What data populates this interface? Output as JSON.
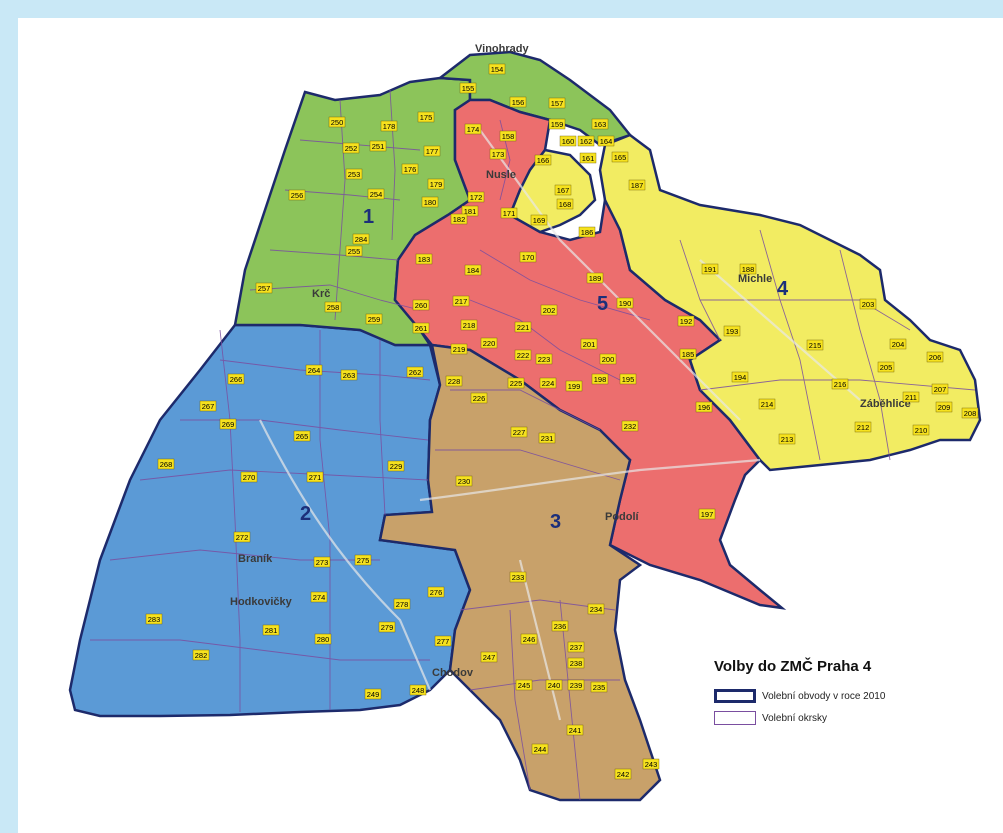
{
  "legend": {
    "title": "Volby do ZMČ Praha 4",
    "items": [
      {
        "label": "Volební obvody v roce 2010",
        "color": "#1d2a6b"
      },
      {
        "label": "Volební okrsky",
        "color": "#7a4ea0"
      }
    ]
  },
  "districts": [
    {
      "number": "1",
      "color": "#8cc45a"
    },
    {
      "number": "2",
      "color": "#5b9ad6"
    },
    {
      "number": "3",
      "color": "#c8a16a"
    },
    {
      "number": "4",
      "color": "#f2ec62"
    },
    {
      "number": "5",
      "color": "#ec6e6e"
    }
  ],
  "place_names": [
    "Vinohrady",
    "Nusle",
    "Michle",
    "Krč",
    "Záběhlice",
    "Braník",
    "Hodkovičky",
    "Podolí",
    "Chodov"
  ],
  "precincts": [
    "154",
    "155",
    "156",
    "157",
    "158",
    "159",
    "160",
    "161",
    "162",
    "163",
    "164",
    "165",
    "166",
    "167",
    "168",
    "169",
    "170",
    "171",
    "172",
    "173",
    "174",
    "175",
    "176",
    "177",
    "178",
    "179",
    "180",
    "181",
    "182",
    "183",
    "184",
    "185",
    "186",
    "187",
    "188",
    "189",
    "190",
    "191",
    "192",
    "193",
    "194",
    "195",
    "196",
    "197",
    "198",
    "199",
    "200",
    "201",
    "202",
    "203",
    "204",
    "205",
    "206",
    "207",
    "208",
    "209",
    "210",
    "211",
    "212",
    "213",
    "214",
    "215",
    "216",
    "217",
    "218",
    "219",
    "220",
    "221",
    "222",
    "223",
    "224",
    "225",
    "226",
    "227",
    "228",
    "229",
    "230",
    "231",
    "232",
    "233",
    "234",
    "235",
    "236",
    "237",
    "238",
    "239",
    "240",
    "241",
    "242",
    "243",
    "244",
    "245",
    "246",
    "247",
    "248",
    "249",
    "250",
    "251",
    "252",
    "253",
    "254",
    "255",
    "256",
    "257",
    "258",
    "259",
    "260",
    "261",
    "262",
    "263",
    "264",
    "265",
    "266",
    "267",
    "268",
    "269",
    "270",
    "271",
    "272",
    "273",
    "274",
    "275",
    "276",
    "277",
    "278",
    "279",
    "280",
    "281",
    "282",
    "283",
    "284"
  ]
}
